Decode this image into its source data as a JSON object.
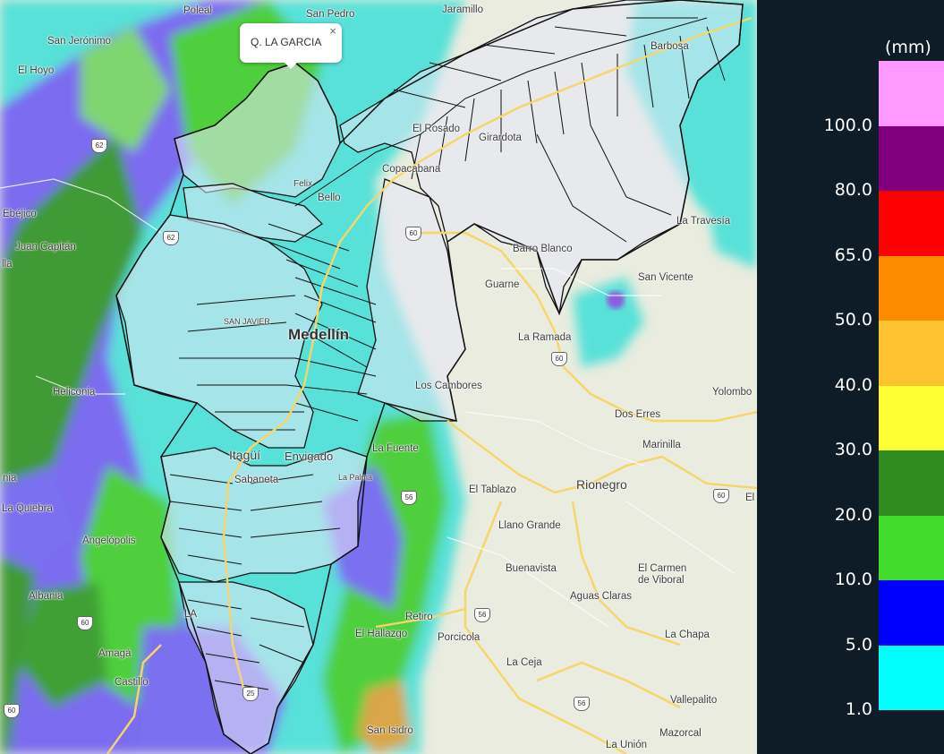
{
  "map": {
    "places": [
      {
        "name": "Poleal"
      },
      {
        "name": "San Pedro"
      },
      {
        "name": "Jaramillo"
      },
      {
        "name": "San Jerónimo"
      },
      {
        "name": "El Hoyo"
      },
      {
        "name": "Barbosa"
      },
      {
        "name": "Ebéjico"
      },
      {
        "name": "Juan Capitán"
      },
      {
        "name": "lla"
      },
      {
        "name": "Bello"
      },
      {
        "name": "El Rosado"
      },
      {
        "name": "Girardota"
      },
      {
        "name": "Copacabana"
      },
      {
        "name": "La Travesía"
      },
      {
        "name": "Barro Blanco"
      },
      {
        "name": "Guarne"
      },
      {
        "name": "San Vicente"
      },
      {
        "name": "SAN JAVIER"
      },
      {
        "name": "Medellín"
      },
      {
        "name": "La Ramada"
      },
      {
        "name": "Heliconia"
      },
      {
        "name": "Los Cambores"
      },
      {
        "name": "Yolombo"
      },
      {
        "name": "Dos Erres"
      },
      {
        "name": "Marinilla"
      },
      {
        "name": "Itagüí"
      },
      {
        "name": "Envigado"
      },
      {
        "name": "Sabaneta"
      },
      {
        "name": "La Fuente"
      },
      {
        "name": "nia"
      },
      {
        "name": "El Tablazo"
      },
      {
        "name": "Rionegro"
      },
      {
        "name": "El"
      },
      {
        "name": "La Quiebra"
      },
      {
        "name": "Angelópolis"
      },
      {
        "name": "Llano Grande"
      },
      {
        "name": "Buenavista"
      },
      {
        "name": "El Carmen de Viboral"
      },
      {
        "name": "Albania"
      },
      {
        "name": "Aguas Claras"
      },
      {
        "name": "LA"
      },
      {
        "name": "Retiro"
      },
      {
        "name": "El Hallazgo"
      },
      {
        "name": "Porcicola"
      },
      {
        "name": "La Chapa"
      },
      {
        "name": "Amagá"
      },
      {
        "name": "Castillo"
      },
      {
        "name": "La Ceja"
      },
      {
        "name": "Vallepalito"
      },
      {
        "name": "San Isidro"
      },
      {
        "name": "Mazorcal"
      },
      {
        "name": "La Unión"
      },
      {
        "name": "Felix"
      },
      {
        "name": "La Palma"
      }
    ],
    "shields": [
      "62",
      "60",
      "60",
      "56",
      "56",
      "60",
      "56",
      "60",
      "25",
      "60",
      "62"
    ],
    "popup": {
      "title": "Q. LA GARCIA",
      "close_glyph": "×"
    }
  },
  "legend": {
    "unit": "(mm)",
    "items": [
      {
        "label": "",
        "color": "#ff99ff"
      },
      {
        "label": "100.0",
        "color": "#7f007f"
      },
      {
        "label": "80.0",
        "color": "#ff0000"
      },
      {
        "label": "65.0",
        "color": "#ff8c00"
      },
      {
        "label": "50.0",
        "color": "#ffc230"
      },
      {
        "label": "40.0",
        "color": "#ffff33"
      },
      {
        "label": "30.0",
        "color": "#2e8b1e"
      },
      {
        "label": "20.0",
        "color": "#40dd2e"
      },
      {
        "label": "10.0",
        "color": "#0000ff"
      },
      {
        "label": "5.0",
        "color": "#00ffff"
      },
      {
        "label": "1.0",
        "color": ""
      }
    ]
  }
}
